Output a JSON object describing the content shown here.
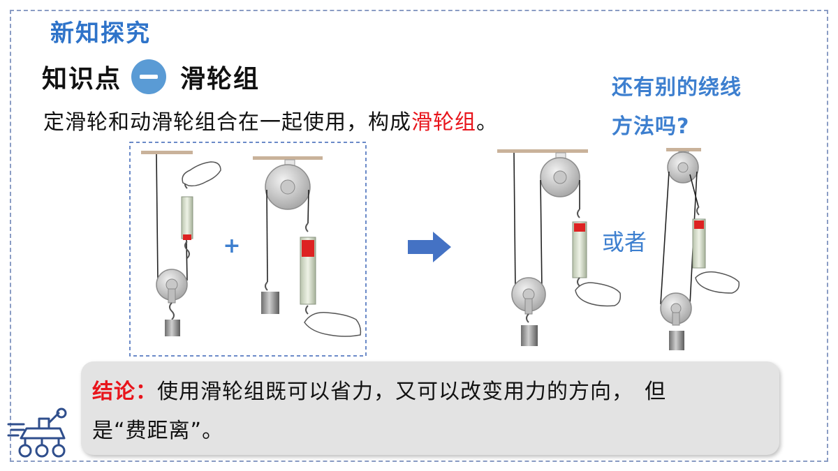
{
  "section_title": "新知探究",
  "knowledge_point": {
    "label": "知识点",
    "topic": "滑轮组"
  },
  "definition": {
    "prefix": "定滑轮和动滑轮组合在一起使用，构成",
    "highlight": "滑轮组",
    "suffix": "。"
  },
  "question": {
    "line1": "还有别的绕线",
    "line2": "方法吗?"
  },
  "plus_sign": "+",
  "or_label": "或者",
  "conclusion": {
    "label": "结论：",
    "line1": "使用滑轮组既可以省力，又可以改变用力的方向，　但",
    "line2": "是“费距离”。"
  },
  "colors": {
    "accent_blue": "#2e73c9",
    "highlight_red": "#e8141b",
    "arrow_blue": "#4472c4",
    "panel_gray": "#e3e3e3"
  }
}
